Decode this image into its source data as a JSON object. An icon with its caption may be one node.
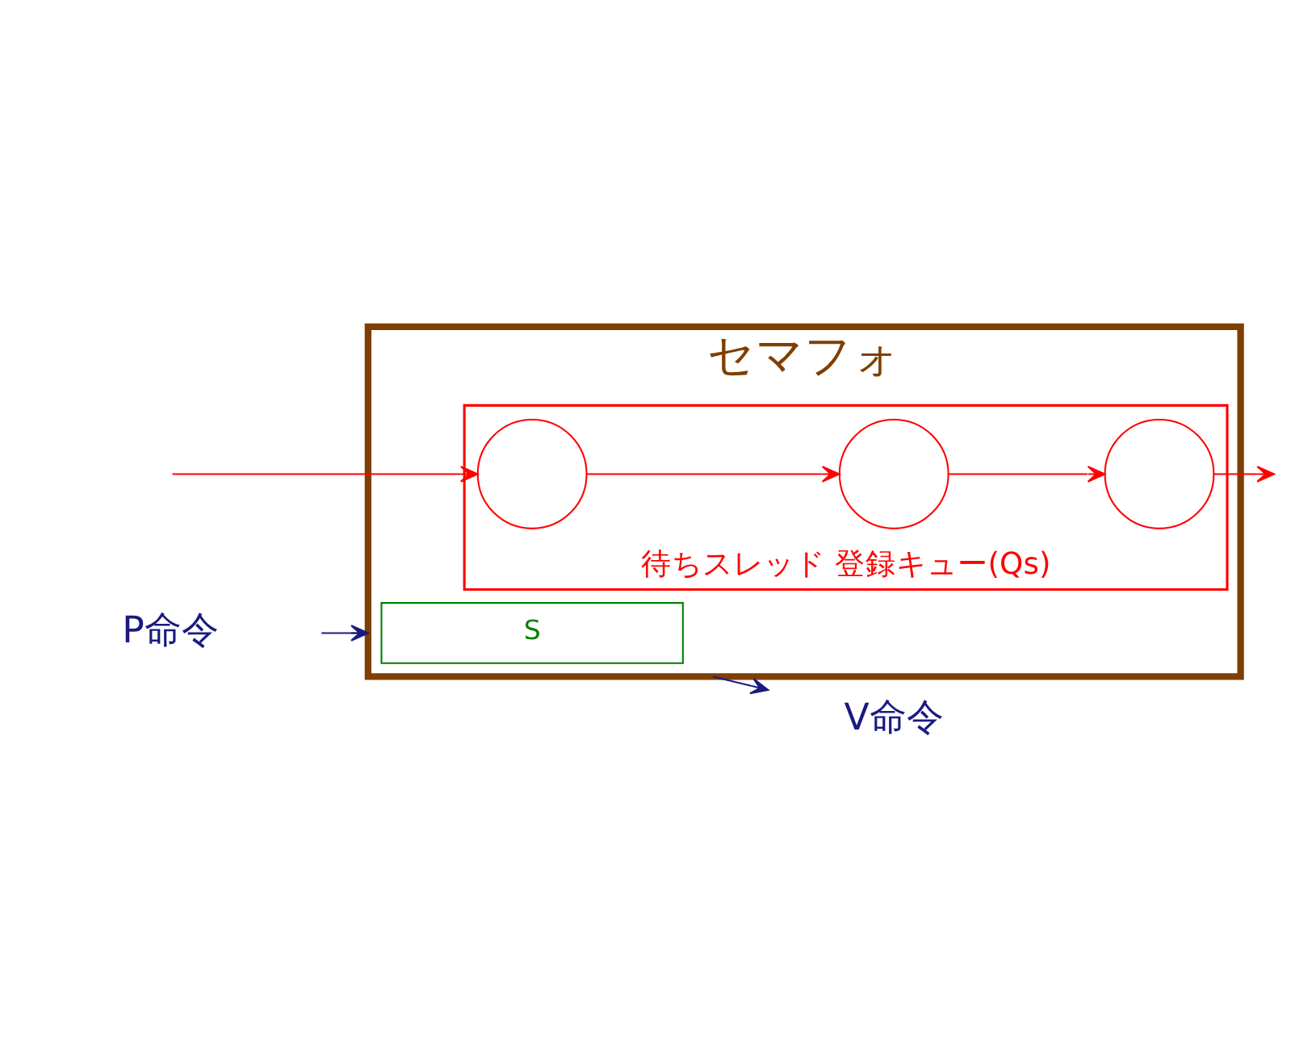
{
  "diagram": {
    "nodes": [
      {
        "text": [
          "セマフォ"
        ]
      },
      {
        "text": [
          "S"
        ],
        "in": 0
      },
      {
        "text": [
          "待ちスレッド 登録キュー(Qs)"
        ],
        "in": 0
      },
      {
        "text": [],
        "shape": "circle",
        "in": 2
      },
      {
        "text": [],
        "shape": "circle",
        "in": 2
      },
      {
        "text": [],
        "shape": "circle",
        "in": 2
      },
      {
        "text": [
          "P命令"
        ]
      },
      {
        "text": [
          "V命令"
        ]
      }
    ],
    "edges": [
      {
        "from": 6,
        "to": 0,
        "arrow": "to",
        "color": "#1a1a80"
      },
      {
        "from": 0,
        "to": 7,
        "arrow": "to",
        "color": "#1a1a80"
      },
      {
        "from": null,
        "to": 3,
        "arrow": "to"
      },
      {
        "from": 3,
        "to": 4,
        "arrow": "to"
      },
      {
        "from": 4,
        "to": 5,
        "arrow": "to"
      },
      {
        "from": 5,
        "to": null,
        "arrow": "to"
      }
    ]
  }
}
